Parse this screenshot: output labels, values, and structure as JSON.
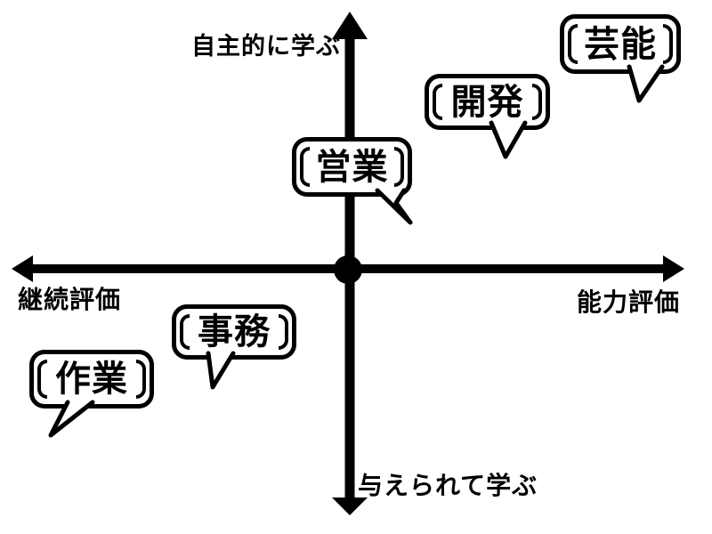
{
  "diagram": {
    "type": "quadrant-matrix",
    "axes": {
      "vertical_top": "自主的に学ぶ",
      "vertical_bottom": "与えられて学ぶ",
      "horizontal_left": "継続評価",
      "horizontal_right": "能力評価"
    },
    "bubbles": {
      "geino": {
        "label": "芸能",
        "quadrant": "top-right-far"
      },
      "kaihatsu": {
        "label": "開発",
        "quadrant": "top-right"
      },
      "eigyo": {
        "label": "営業",
        "quadrant": "top-center"
      },
      "jimu": {
        "label": "事務",
        "quadrant": "bottom-left"
      },
      "sagyo": {
        "label": "作業",
        "quadrant": "bottom-left-far"
      }
    },
    "colors": {
      "foreground": "#000000",
      "background": "#ffffff"
    }
  }
}
